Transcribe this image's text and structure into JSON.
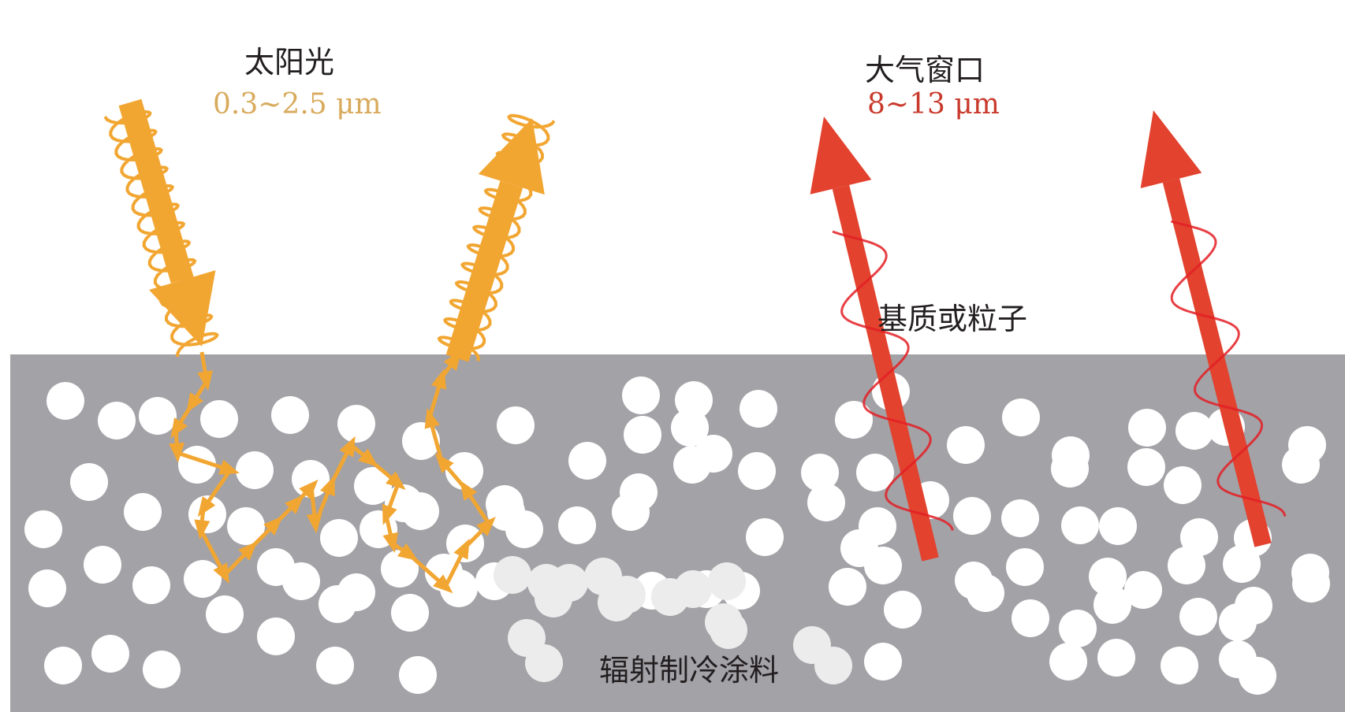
{
  "labels": {
    "sunlight": "太阳光",
    "sunlight_range": "0.3~2.5 μm",
    "atm_window": "大气窗口",
    "atm_window_range": "8~13 μm",
    "matrix_or_particles": "基质或粒子",
    "coating": "辐射制冷涂料"
  },
  "colors": {
    "sun": "#f2a632",
    "sun_range_text": "#d8aa5c",
    "ir": "#e2422e",
    "ir_wave": "#e31e24",
    "ir_range_text": "#c93a2c",
    "coating": "#a3a2a7",
    "particle": "#ffffff",
    "particle_faded": "#ececec",
    "text": "#231f20"
  },
  "icons": [
    "incident-sunlight-arrow",
    "reflected-sunlight-arrow",
    "thermal-emission-arrow",
    "particle-circle"
  ]
}
